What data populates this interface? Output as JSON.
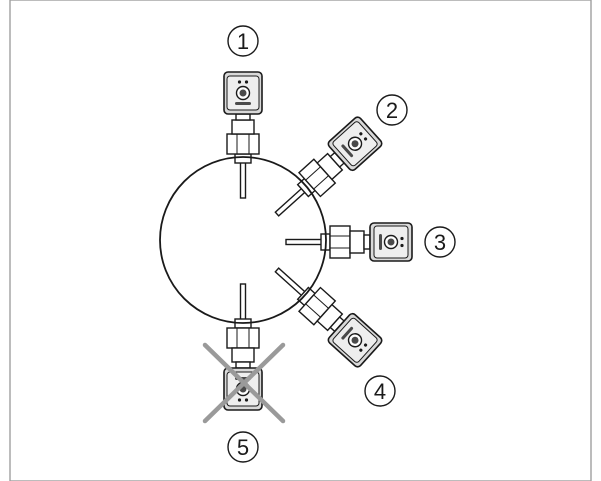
{
  "positions": [
    {
      "id": 1,
      "label": "1",
      "allowed": true
    },
    {
      "id": 2,
      "label": "2",
      "allowed": true
    },
    {
      "id": 3,
      "label": "3",
      "allowed": true
    },
    {
      "id": 4,
      "label": "4",
      "allowed": true
    },
    {
      "id": 5,
      "label": "5",
      "allowed": false
    }
  ],
  "colors": {
    "frame": "#a0a0a0",
    "outline": "#1a1a1a",
    "housing": "#d9d9d9",
    "housing_light": "#eeeeee",
    "dark": "#4a4a4a",
    "cross": "#9a9a9a"
  },
  "icons": {
    "sensor": "flow-sensor-icon",
    "prohibited": "cross-mark-icon"
  }
}
